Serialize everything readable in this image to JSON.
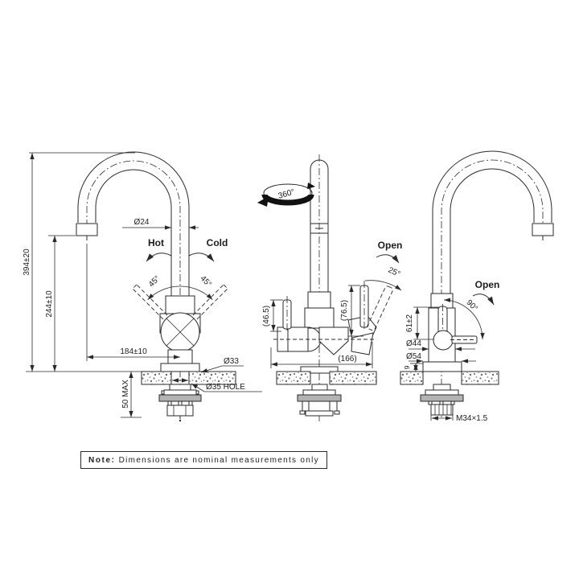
{
  "note": {
    "label": "Note:",
    "text": " Dimensions are nominal measurements only"
  },
  "front_view": {
    "spout_diameter": "Ø24",
    "hot": "Hot",
    "cold": "Cold",
    "handle_angle_left": "45°",
    "handle_angle_right": "45°",
    "overall_height": "394±20",
    "spout_height": "244±10",
    "spout_reach": "184±10",
    "base_diameter": "Ø33",
    "hole_diameter": "Ø35 HOLE",
    "deck_thickness_max": "50 MAX"
  },
  "side_view": {
    "swivel_angle": "360°",
    "open": "Open",
    "lever_angle": "25°",
    "main_lever_length": "(76.5)",
    "filter_lever_length": "(46.5)",
    "overall_depth": "(166)"
  },
  "back_view": {
    "open": "Open",
    "lever_angle": "90°",
    "lever_height": "61±2",
    "body_diameter": "Ø44",
    "flange_diameter": "Ø54",
    "flange_height": "9",
    "thread_size": "M34×1.5"
  }
}
